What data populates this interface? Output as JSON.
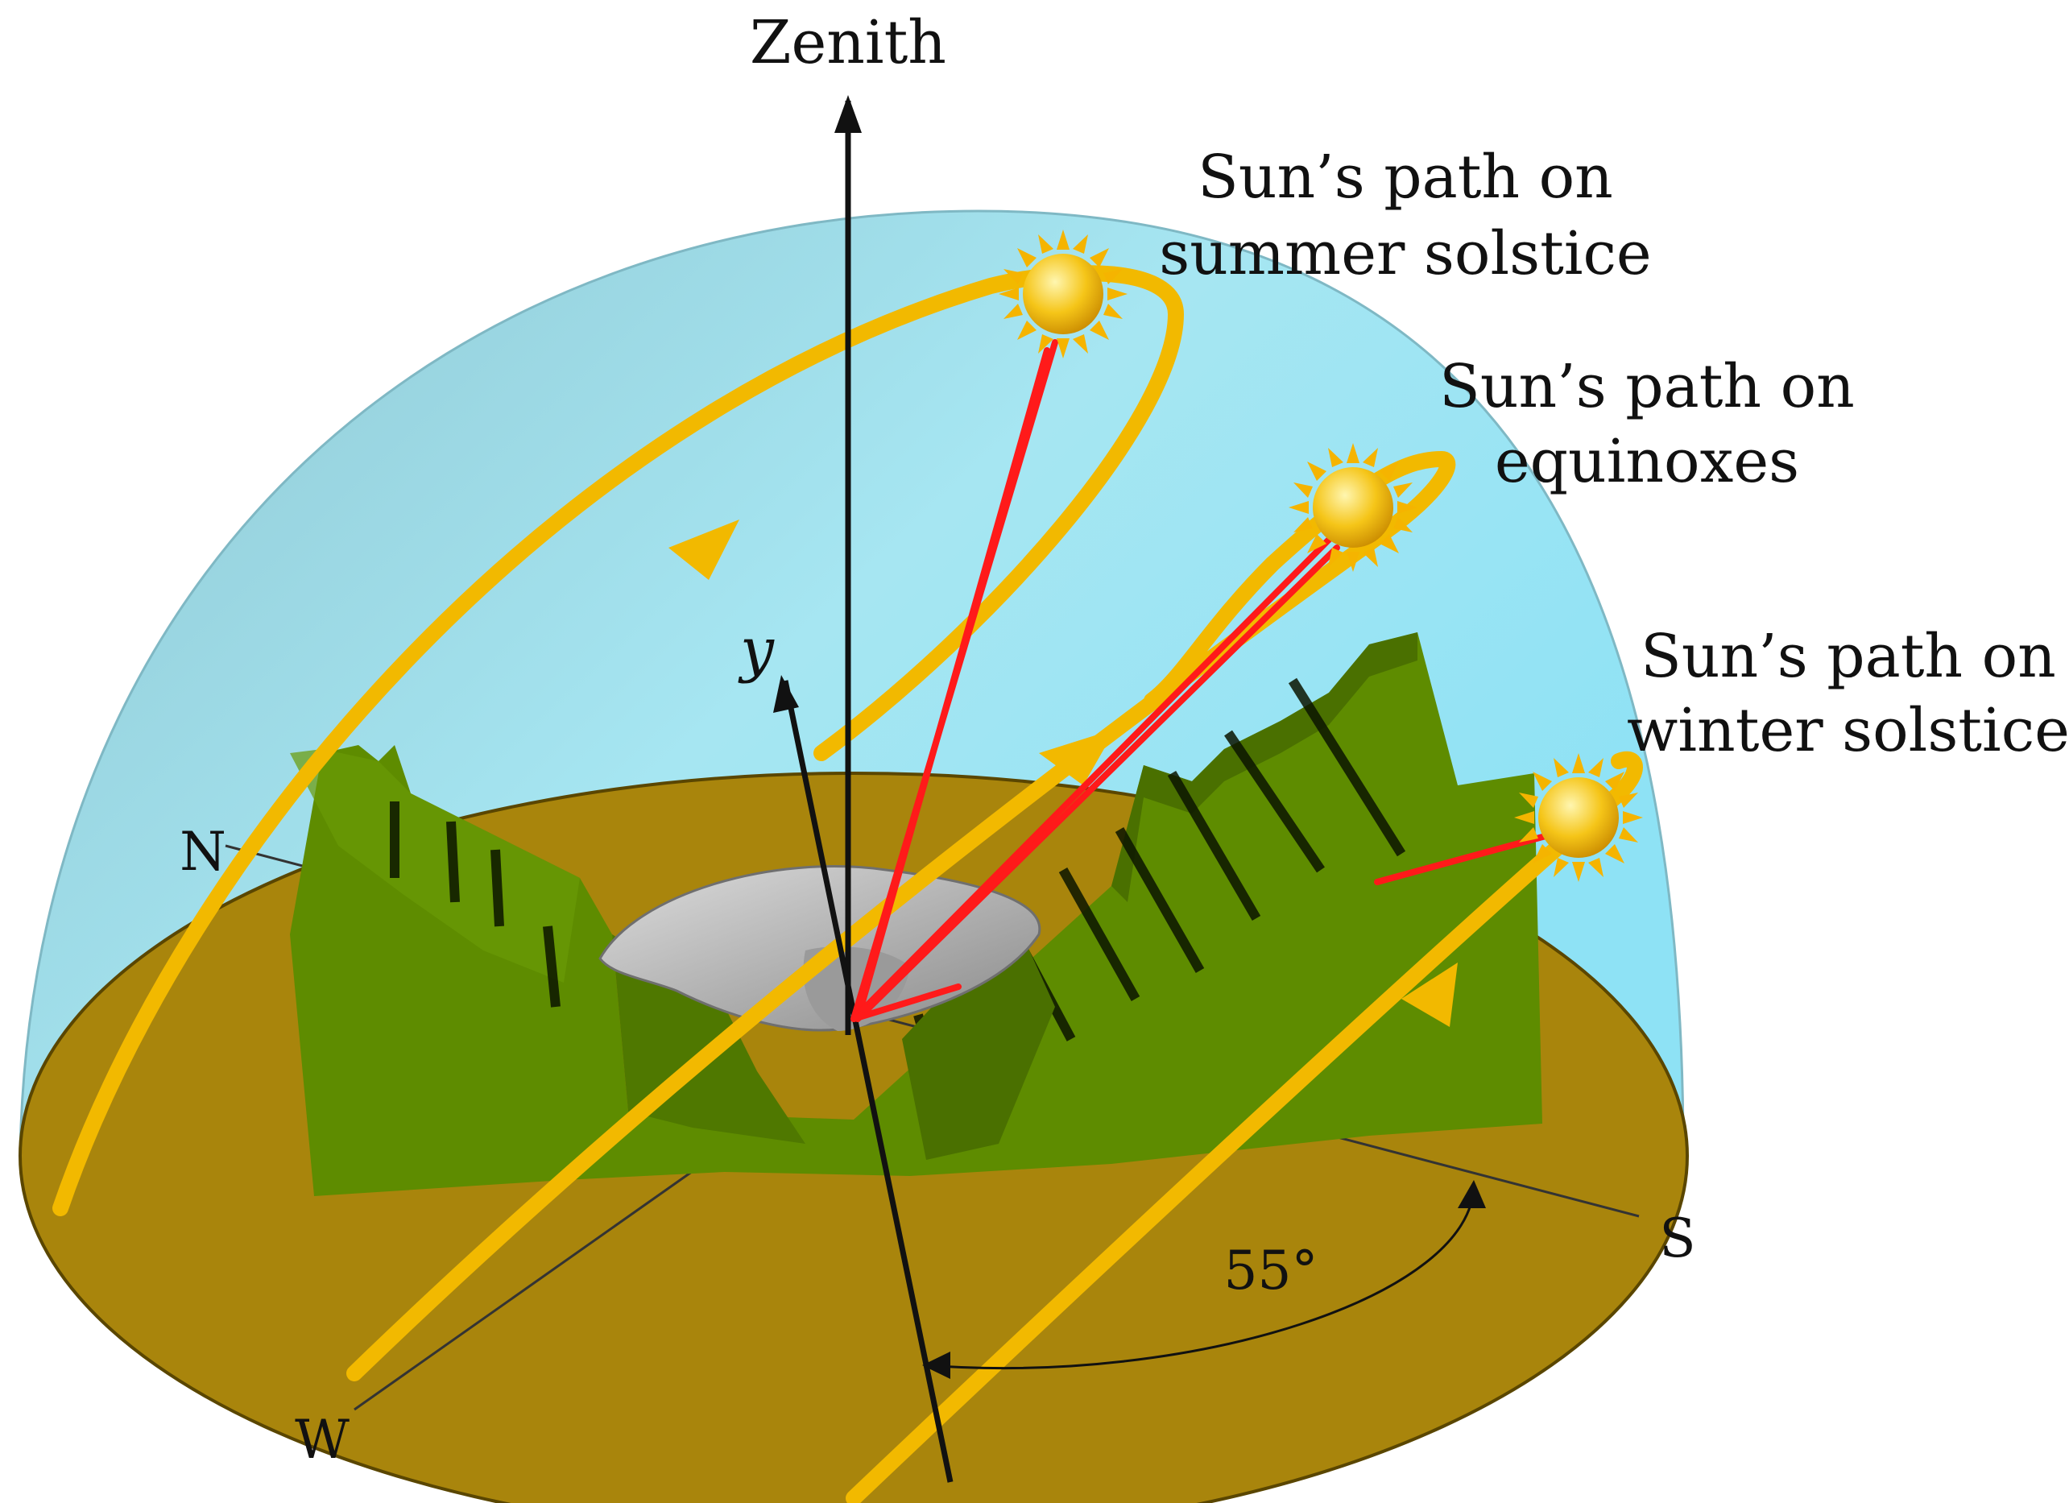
{
  "axes": {
    "zenith": "Zenith",
    "y_axis": "y"
  },
  "compass": {
    "north": "N",
    "south": "S",
    "west": "W"
  },
  "angle_label": "55°",
  "sun_paths": [
    {
      "line1": "Sun’s path on",
      "line2": "summer solstice"
    },
    {
      "line1": "Sun’s path on",
      "line2": "equinoxes"
    },
    {
      "line1": "Sun’s path on",
      "line2": "winter solstice"
    }
  ],
  "colors": {
    "sky_dome": "#9fe4f0",
    "ground": "#a9850c",
    "terrain": "#5e8c00",
    "sun_path": "#f2b900",
    "sun_ray": "#ff1a1a",
    "sun": "#f5c518",
    "crater": "#a9a9a9"
  }
}
